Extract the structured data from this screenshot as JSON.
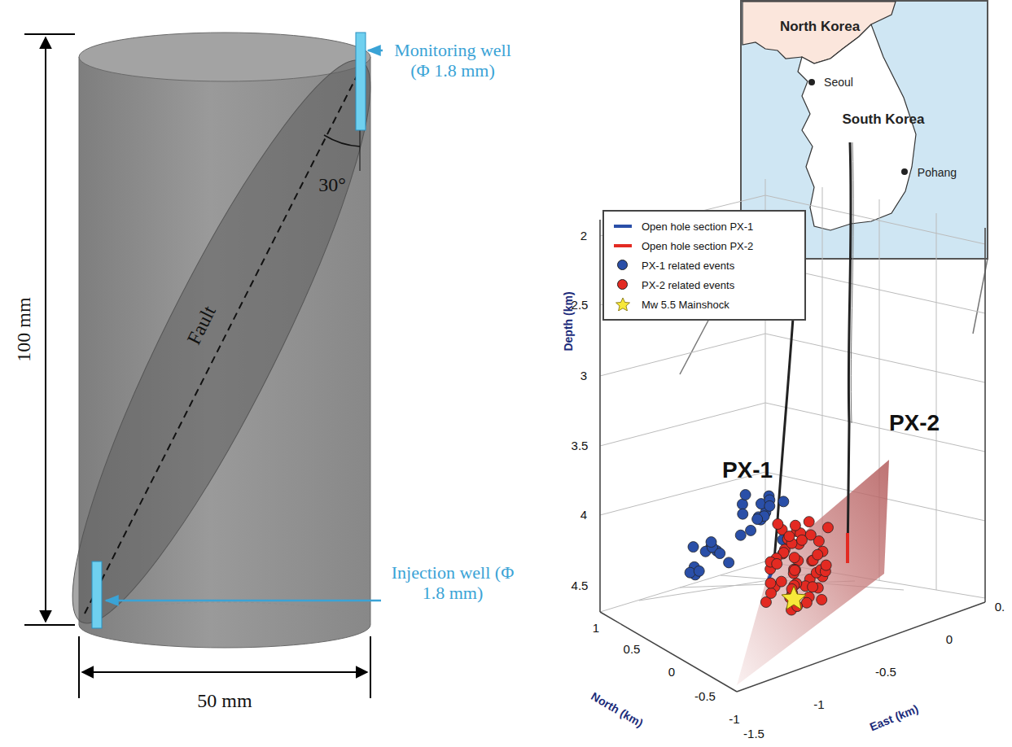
{
  "diagram": {
    "labels": [
      "100 mm",
      "50 mm",
      "30°",
      "Fault",
      "Monitoring well (Φ 1.8 mm)",
      "Injection well (Φ 1.8 mm)",
      "North Korea",
      "Seoul",
      "South Korea",
      "Pohang",
      "Depth (km)",
      "2",
      "2.5",
      "3",
      "3.5",
      "4",
      "4.5",
      "PX-1",
      "PX-2",
      "1",
      "0.5",
      "0",
      "-0.5",
      "-1",
      "North (km)",
      "-1.5",
      "-1",
      "-0.5",
      "0",
      "0.",
      "East (km)"
    ],
    "legend": [
      {
        "text": "Open hole section PX-1"
      },
      {
        "text": "Open hole section PX-2"
      },
      {
        "text": "PX-1 related events",
        "color": "#2a4fa8"
      },
      {
        "text": "PX-2 related events",
        "color": "#e32a22"
      },
      {
        "text": "Mw 5.5 Mainshock"
      }
    ]
  }
}
